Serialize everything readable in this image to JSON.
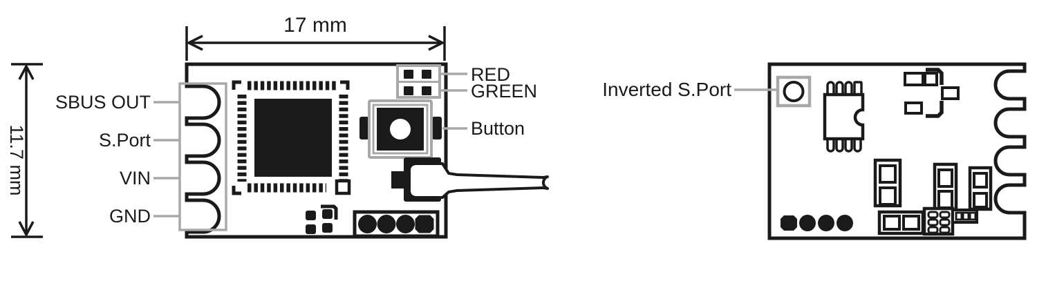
{
  "colors": {
    "ink": "#1a1a1a",
    "leader_gray": "#a8a8a8"
  },
  "left_module": {
    "view_name": "receiver-front-view",
    "width_dimension_label": "17 mm",
    "height_dimension_label": "11.7 mm",
    "pins": [
      {
        "label": "SBUS OUT"
      },
      {
        "label": "S.Port"
      },
      {
        "label": "VIN"
      },
      {
        "label": "GND"
      }
    ],
    "leds": [
      {
        "label": "RED"
      },
      {
        "label": "GREEN"
      }
    ],
    "button_label": "Button"
  },
  "right_module": {
    "view_name": "receiver-back-view",
    "pad_label": "Inverted S.Port"
  }
}
